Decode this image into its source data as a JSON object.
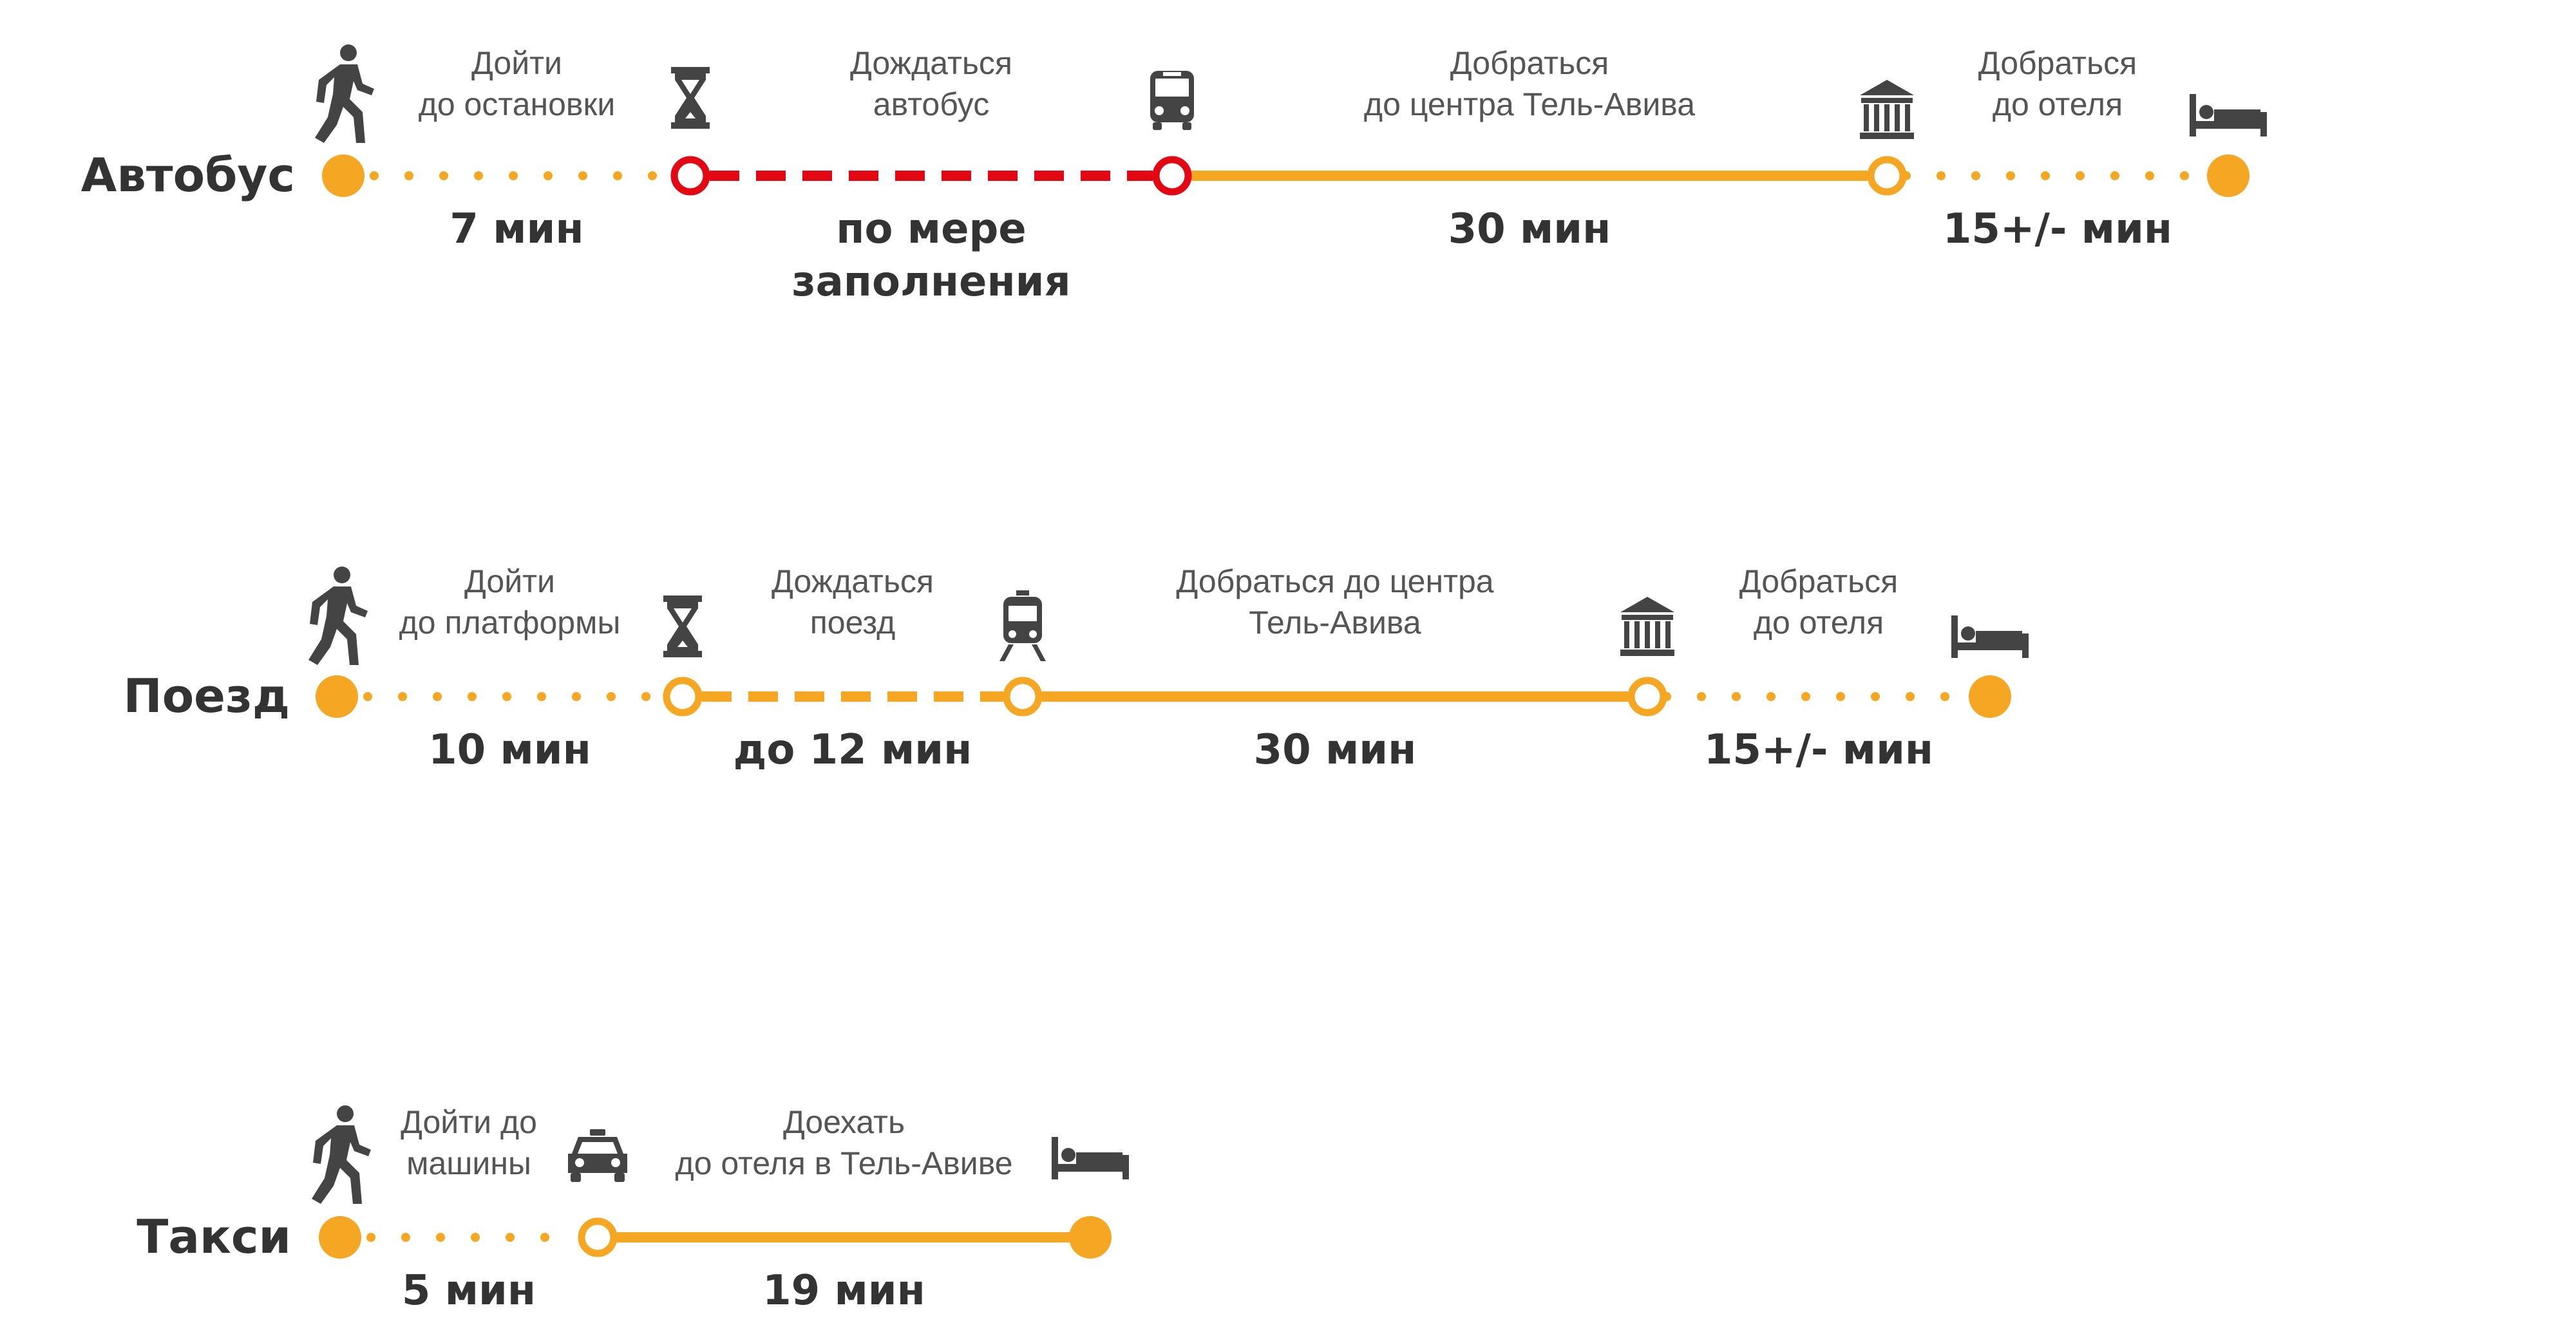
{
  "colors": {
    "orange": "#F5A623",
    "red": "#E30613",
    "text": "#333333",
    "icon": "#444444"
  },
  "routes": [
    {
      "mode": "Автобус",
      "steps": [
        {
          "label": [
            "Дойти",
            "до остановки"
          ],
          "icon": "walking-person-icon",
          "duration": [
            "7 мин"
          ],
          "line": "dotted",
          "color": "orange"
        },
        {
          "label": [
            "Дождаться",
            "автобус"
          ],
          "icon": "hourglass-icon",
          "duration": [
            "по мере",
            "заполнения"
          ],
          "line": "dashed",
          "color": "red"
        },
        {
          "label": [
            "Добраться",
            "до центра Тель-Авива"
          ],
          "icon": "bus-icon",
          "duration": [
            "30 мин"
          ],
          "line": "solid",
          "color": "orange"
        },
        {
          "label": [
            "Добраться",
            "до отеля"
          ],
          "icon": "museum-icon",
          "duration": [
            "15+/- мин"
          ],
          "line": "dotted",
          "color": "orange"
        }
      ],
      "end_icon": "bed-icon"
    },
    {
      "mode": "Поезд",
      "steps": [
        {
          "label": [
            "Дойти",
            "до платформы"
          ],
          "icon": "walking-person-icon",
          "duration": [
            "10 мин"
          ],
          "line": "dotted",
          "color": "orange"
        },
        {
          "label": [
            "Дождаться",
            "поезд"
          ],
          "icon": "hourglass-icon",
          "duration": [
            "до 12 мин"
          ],
          "line": "dashed",
          "color": "orange"
        },
        {
          "label": [
            "Добраться до центра",
            "Тель-Авива"
          ],
          "icon": "train-icon",
          "duration": [
            "30 мин"
          ],
          "line": "solid",
          "color": "orange"
        },
        {
          "label": [
            "Добраться",
            "до отеля"
          ],
          "icon": "museum-icon",
          "duration": [
            "15+/- мин"
          ],
          "line": "dotted",
          "color": "orange"
        }
      ],
      "end_icon": "bed-icon"
    },
    {
      "mode": "Такси",
      "steps": [
        {
          "label": [
            "Дойти до",
            "машины"
          ],
          "icon": "walking-person-icon",
          "duration": [
            "5 мин"
          ],
          "line": "dotted",
          "color": "orange"
        },
        {
          "label": [
            "Доехать",
            "до отеля в Тель-Авиве"
          ],
          "icon": "taxi-icon",
          "duration": [
            "19 мин"
          ],
          "line": "solid",
          "color": "orange"
        }
      ],
      "end_icon": "bed-icon"
    }
  ]
}
